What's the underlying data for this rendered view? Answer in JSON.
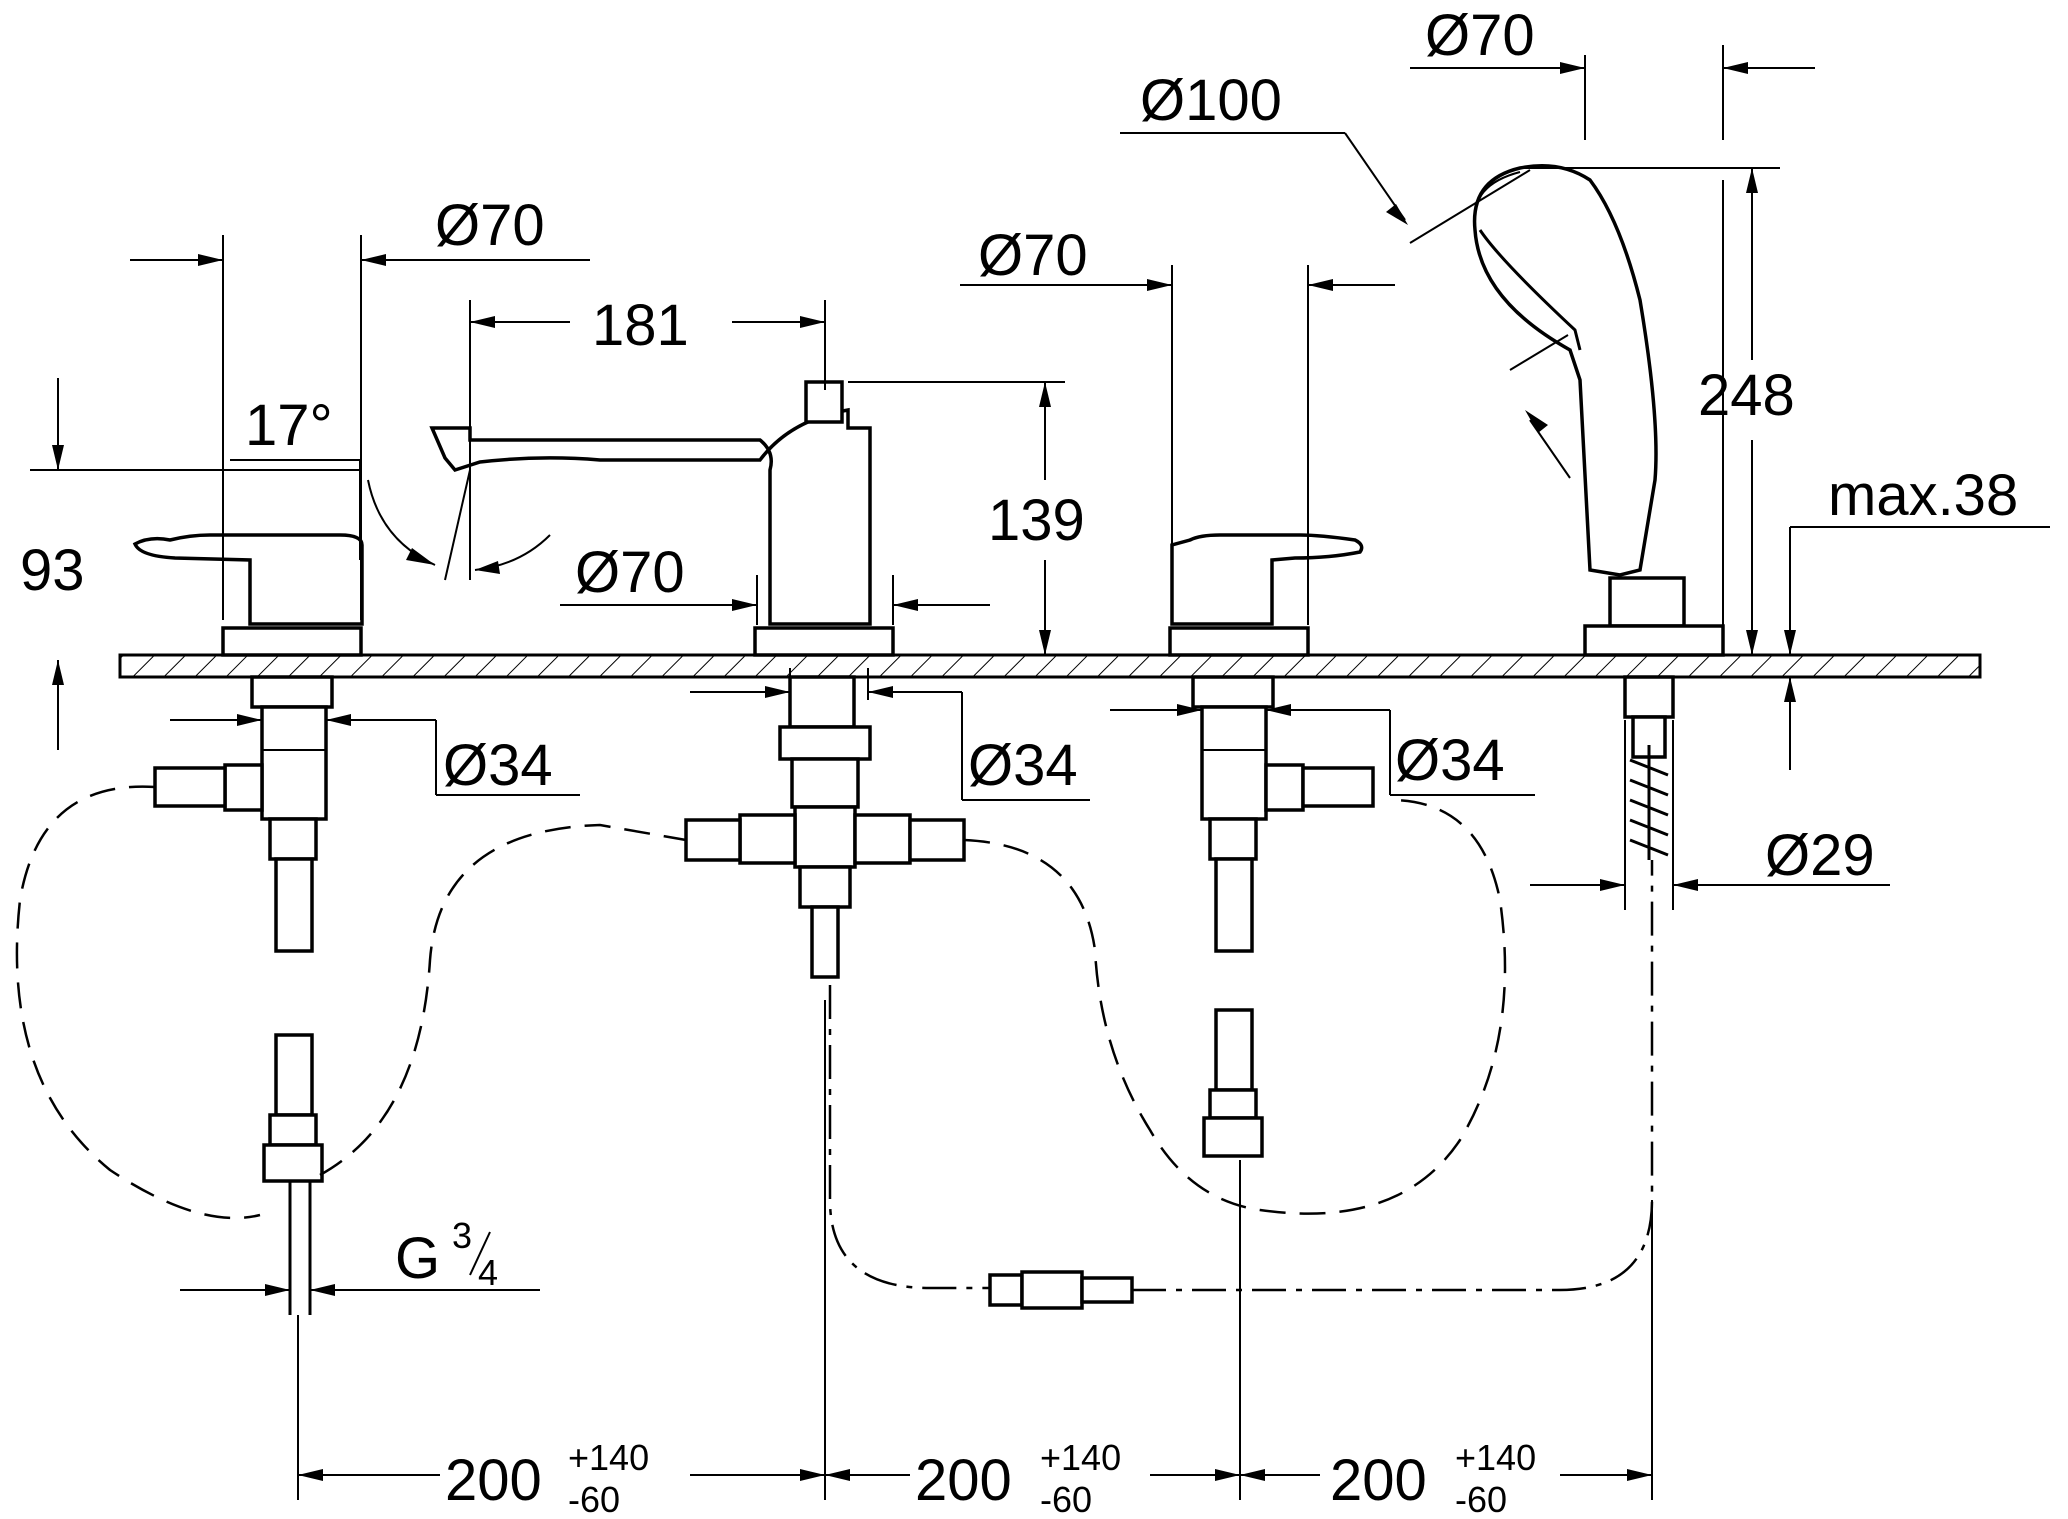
{
  "dimensions": {
    "spout_diameter_top": "Ø70",
    "spout_reach": "181",
    "spout_angle": "17°",
    "valve_height": "93",
    "spout_base_diameter": "Ø70",
    "spout_height": "139",
    "right_valve_diameter": "Ø70",
    "handshower_diameter": "Ø100",
    "handshower_top_diameter": "Ø70",
    "handshower_height": "248",
    "max_deck_thickness": "max.38",
    "left_shank_diameter": "Ø34",
    "center_shank_diameter": "Ø34",
    "right_shank_diameter": "Ø34",
    "hose_guide_diameter": "Ø29",
    "connection_thread": "G",
    "connection_thread_num": "3",
    "connection_thread_den": "4",
    "spacing": [
      {
        "value": "200",
        "tol_plus": "+140",
        "tol_minus": "-60"
      },
      {
        "value": "200",
        "tol_plus": "+140",
        "tol_minus": "-60"
      },
      {
        "value": "200",
        "tol_plus": "+140",
        "tol_minus": "-60"
      }
    ]
  }
}
